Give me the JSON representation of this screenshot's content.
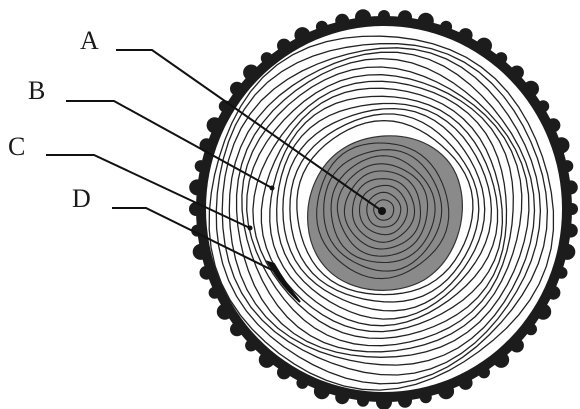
{
  "labels": {
    "a": "A",
    "b": "B",
    "c": "C",
    "d": "D"
  },
  "colors": {
    "bark": "#1c1c1c",
    "sapwood": "#ffffff",
    "heartwood": "#8a8a8a",
    "ring_line": "#222222"
  }
}
